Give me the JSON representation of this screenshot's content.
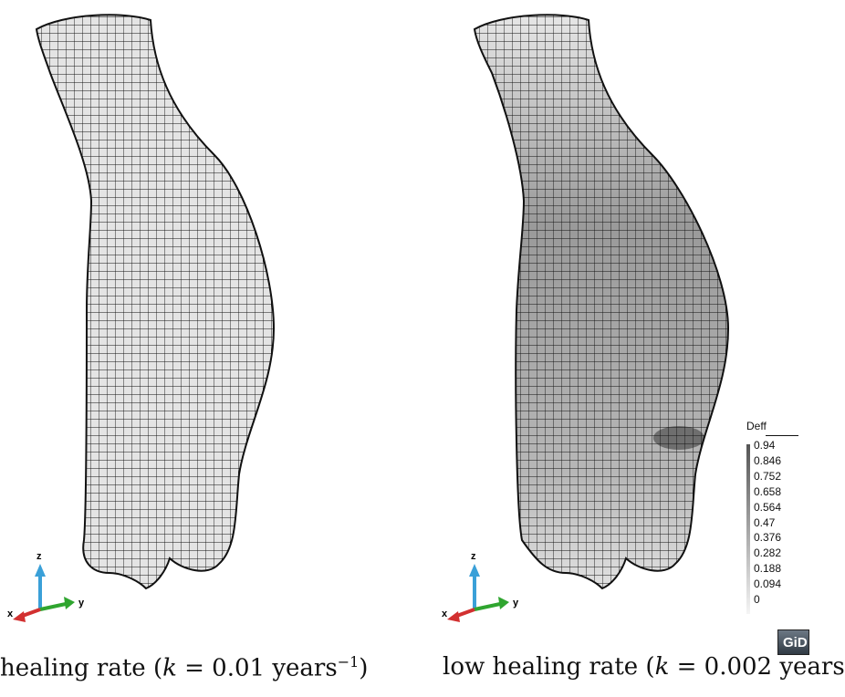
{
  "panels": [
    {
      "caption_prefix": "healing rate (",
      "caption_formula": "k",
      "caption_eq": " = 0.01 years",
      "caption_exp": "−1",
      "caption_suffix": ")",
      "fill_color": "#e4e4e4",
      "axes": {
        "z": "z",
        "x": "x",
        "y": "y"
      }
    },
    {
      "caption_prefix": "low healing rate (",
      "caption_formula": "k",
      "caption_eq": " = 0.002 years",
      "caption_exp": "",
      "caption_suffix": "",
      "fill_color": "#a5a5a5",
      "axes": {
        "z": "z",
        "x": "x",
        "y": "y"
      }
    }
  ],
  "legend": {
    "title": "Deff",
    "ticks": [
      "0.94",
      "0.846",
      "0.752",
      "0.658",
      "0.564",
      "0.47",
      "0.376",
      "0.282",
      "0.188",
      "0.094",
      "0"
    ]
  },
  "logo_text": "GiD",
  "colors": {
    "axis_z": "#3aa0d8",
    "axis_y": "#2fa52f",
    "axis_x": "#d23030",
    "mesh_line": "#111111"
  }
}
